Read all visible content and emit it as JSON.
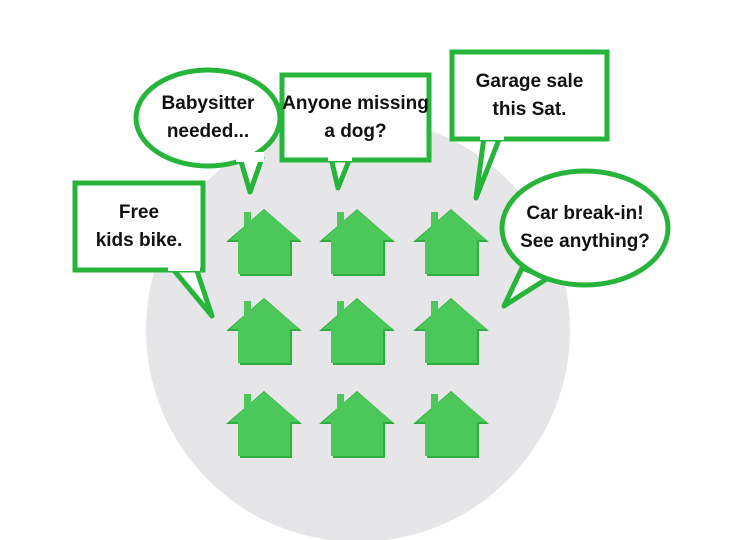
{
  "colors": {
    "accent": "#27b43b",
    "house_fill": "#4cc85a",
    "house_shade": "#2fae3f",
    "circle": "#e6e6e8",
    "bubble_fill": "#ffffff",
    "text": "#111111"
  },
  "houses": {
    "rows": 3,
    "cols": 3,
    "icon": "house-icon"
  },
  "bubbles": {
    "babysitter": "Babysitter\nneeded...",
    "dog": "Anyone missing\na dog?",
    "garage": "Garage sale\nthis Sat.",
    "bike": "Free\nkids bike.",
    "car": "Car break-in!\nSee anything?"
  }
}
